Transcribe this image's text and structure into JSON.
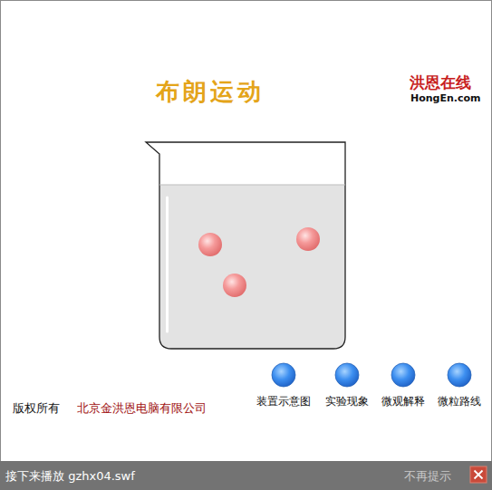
{
  "diagram": {
    "title": "布朗运动",
    "nodes": [
      {
        "text": [
          "装置示意图"
        ]
      },
      {
        "text": [
          "实验现象"
        ]
      },
      {
        "text": [
          "微观解释"
        ]
      },
      {
        "text": [
          "微粒路线"
        ]
      },
      {
        "text": [
          "接下来播放 gzhx04.swf",
          "不再提示"
        ]
      }
    ],
    "labels": [
      "洪恩在线",
      "HongEn.com",
      "版权所有",
      "北京金洪恩电脑有限公司"
    ]
  }
}
